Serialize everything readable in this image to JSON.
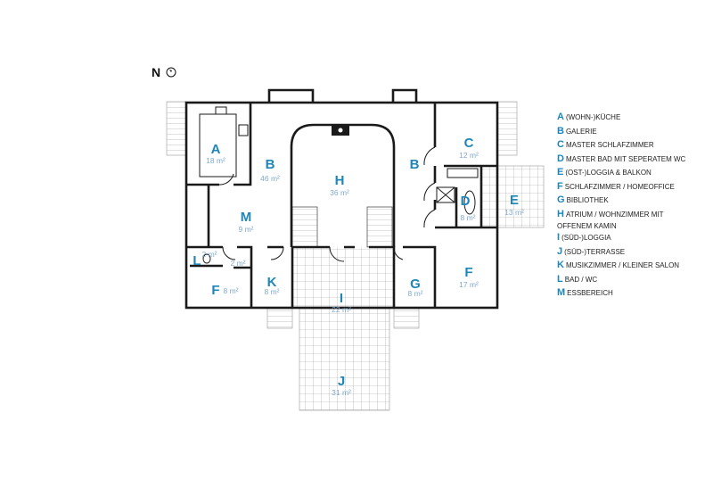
{
  "north": {
    "label": "N"
  },
  "rooms": {
    "A": {
      "letter": "A",
      "area": "18 m²"
    },
    "B1": {
      "letter": "B",
      "area": "46 m²"
    },
    "B2": {
      "letter": "B"
    },
    "C": {
      "letter": "C",
      "area": "12 m²"
    },
    "D": {
      "letter": "D",
      "area": "8 m²"
    },
    "E": {
      "letter": "E",
      "area": "13 m²"
    },
    "F1": {
      "letter": "F",
      "area": "8 m²"
    },
    "F2": {
      "letter": "F",
      "area": "17 m²"
    },
    "G": {
      "letter": "G",
      "area": "8 m²"
    },
    "H": {
      "letter": "H",
      "area": "36 m²"
    },
    "I": {
      "letter": "I",
      "area": "22 m²"
    },
    "J": {
      "letter": "J",
      "area": "31 m²"
    },
    "K": {
      "letter": "K",
      "area": "8 m²"
    },
    "L": {
      "letter": "L",
      "area": "2 m²",
      "area2": "2 m²"
    },
    "M": {
      "letter": "M",
      "area": "9 m²"
    }
  },
  "legend": [
    {
      "letter": "A",
      "text": "(Wohn-)Küche"
    },
    {
      "letter": "B",
      "text": "Galerie"
    },
    {
      "letter": "C",
      "text": "Master Schlafzimmer"
    },
    {
      "letter": "D",
      "text": "Master Bad mit seperatem WC"
    },
    {
      "letter": "E",
      "text": "(Ost-)Loggia & Balkon"
    },
    {
      "letter": "F",
      "text": "Schlafzimmer / Homeoffice"
    },
    {
      "letter": "G",
      "text": "Bibliothek"
    },
    {
      "letter": "H",
      "text": "Atrium / Wohnzimmer mit",
      "text2": "offenem Kamin"
    },
    {
      "letter": "I",
      "text": "(Süd-)Loggia"
    },
    {
      "letter": "J",
      "text": "(Süd-)Terrasse"
    },
    {
      "letter": "K",
      "text": "Musikzimmer / kleiner Salon"
    },
    {
      "letter": "L",
      "text": "Bad / WC"
    },
    {
      "letter": "M",
      "text": "Essbereich"
    }
  ]
}
